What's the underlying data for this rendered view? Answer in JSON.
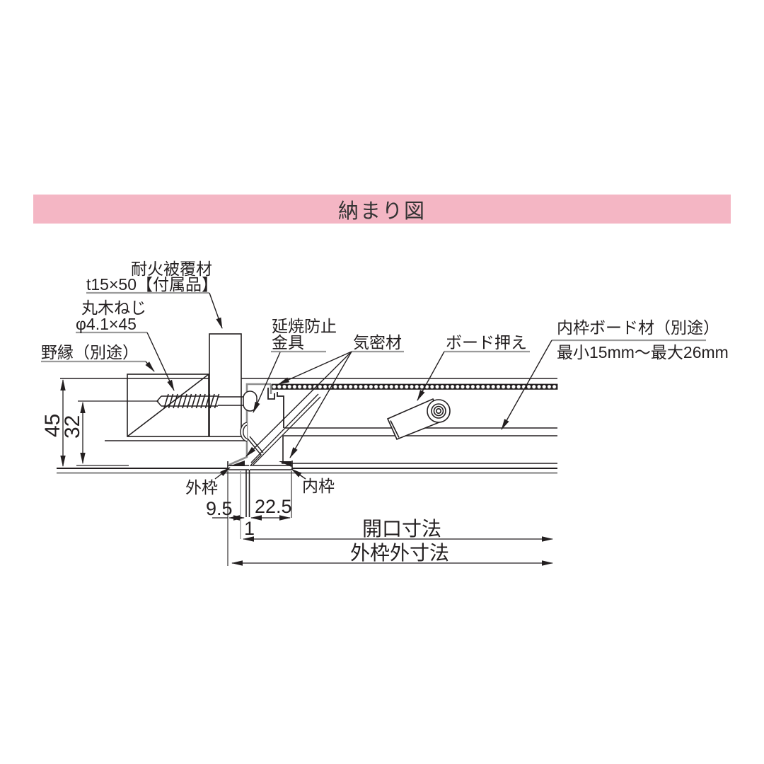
{
  "title": "納まり図",
  "colors": {
    "header_bg": "#f4b6c4",
    "line": "#231f20",
    "frame_gray": "#8e8e8e",
    "underline_gray": "#9a9a9a"
  },
  "labels": {
    "fireproof_line1": "耐火被覆材",
    "fireproof_line2": "t15×50【付属品】",
    "screw_line1": "丸木ねじ",
    "screw_line2": "φ4.1×45",
    "joist": "野縁（別途）",
    "firestop_line1": "延焼防止",
    "firestop_line2": "金具",
    "gasket": "気密材",
    "board_holder": "ボード押え",
    "inner_board_line1": "内枠ボード材（別途）",
    "inner_board_line2": "最小15mm〜最大26mm",
    "outer_frame": "外枠",
    "inner_frame": "内枠"
  },
  "dimensions": {
    "height_total": "45",
    "height_inner": "32",
    "flange_outer": "9.5",
    "flange_inner": "22.5",
    "gap": "1",
    "opening": "開口寸法",
    "outer_width": "外枠外寸法"
  }
}
